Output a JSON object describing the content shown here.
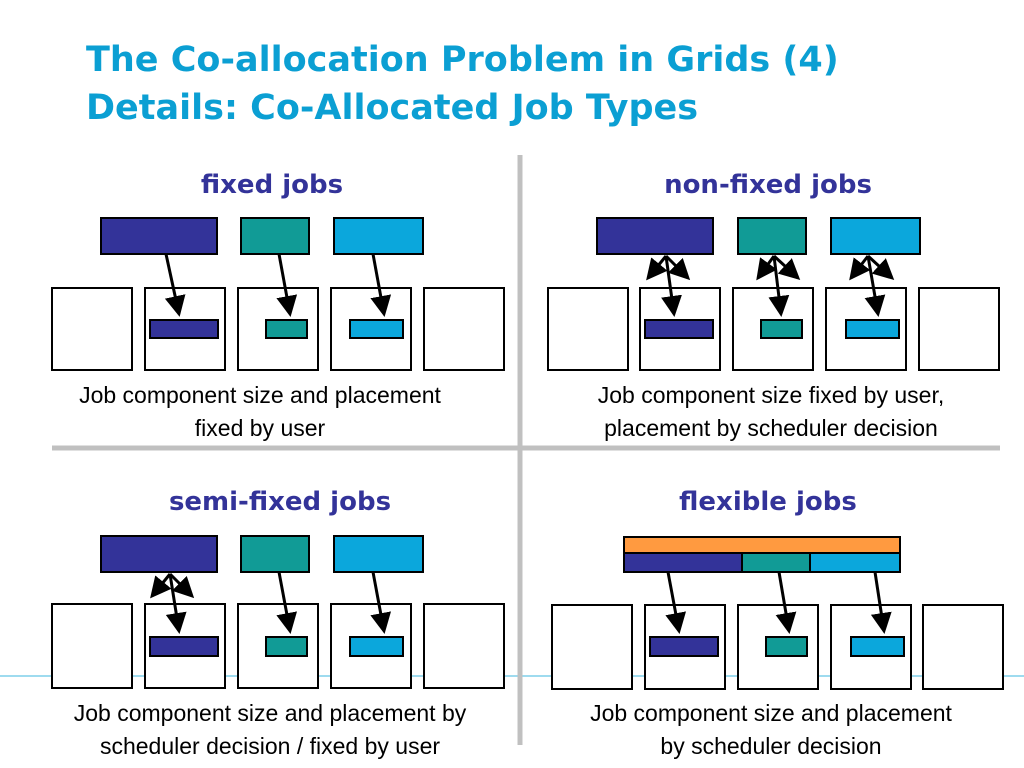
{
  "title": {
    "line1": "The Co-allocation Problem in Grids (4)",
    "line2": "Details: Co-Allocated Job Types"
  },
  "colors": {
    "title": "#0b9fd3",
    "heading": "#333399",
    "component_navy": "#333399",
    "component_teal": "#119b96",
    "component_sky": "#0ba7dc",
    "job_bar_orange": "#ff9a40",
    "divider": "#c0c0c0",
    "footer_line": "#7fcfea"
  },
  "quadrants": [
    {
      "id": "fixed",
      "heading": "fixed jobs",
      "caption_line1": "Job component size and placement",
      "caption_line2": "fixed by user",
      "arrow_style": "one-way placement by user",
      "job_layout": "three separate components"
    },
    {
      "id": "non-fixed",
      "heading": "non-fixed jobs",
      "caption_line1": "Job component size fixed by user,",
      "caption_line2": "placement by scheduler decision",
      "arrow_style": "fan of three arrows per component",
      "job_layout": "three separate components"
    },
    {
      "id": "semi-fixed",
      "heading": "semi-fixed jobs",
      "caption_line1": "Job component size and placement by",
      "caption_line2": "scheduler decision / fixed by user",
      "arrow_style": "fan for first component, single arrow for others",
      "job_layout": "three separate components"
    },
    {
      "id": "flexible",
      "heading": "flexible jobs",
      "caption_line1": "Job component size and placement",
      "caption_line2": "by scheduler decision",
      "arrow_style": "one-way placement by scheduler",
      "job_layout": "single job bar split into three components"
    }
  ]
}
